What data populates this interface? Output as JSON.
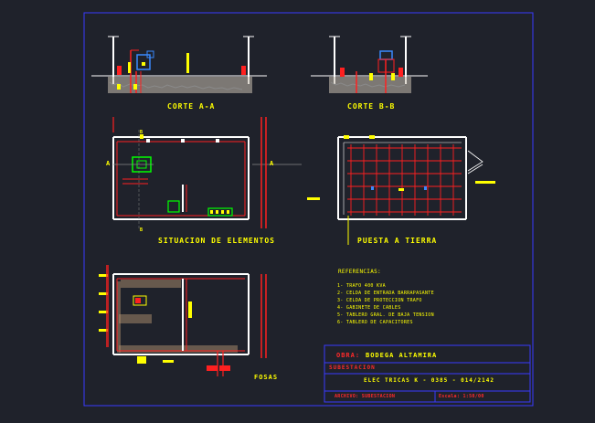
{
  "sections": {
    "corte_a": "CORTE A-A",
    "corte_b": "CORTE B-B",
    "situacion": "SITUACION DE ELEMENTOS",
    "puesta": "PUESTA A TIERRA",
    "fosas": "FOSAS"
  },
  "markers": {
    "a_left": "A",
    "a_right": "A",
    "b_top": "B",
    "b_bottom": "B"
  },
  "references": {
    "title": "REFERENCIAS:",
    "items": [
      "1- TRAFO 400 KVA",
      "2- CELDA DE ENTRADA BARRAPASANTE",
      "3- CELDA DE PROTECCION TRAFO",
      "4- GABINETE DE CABLES",
      "5- TABLERO GRAL. DE BAJA TENSION",
      "6- TABLERO DE CAPACITORES"
    ]
  },
  "title_block": {
    "obra_label": "OBRA:",
    "obra_value": "BODEGA ALTAMIRA",
    "row2": "SUBESTACION",
    "row3": "ELEC TRICAS K - 0385 - 014/2142",
    "footer_left": "ARCHIVO: SUBESTACION",
    "footer_right": "Escala: 1:50/00"
  },
  "colors": {
    "background": "#1f222b",
    "frame": "#3a3aff",
    "walls": "#ffffff",
    "conduits": "#ff2020",
    "labels": "#ffff00",
    "equipment": "#00ff00",
    "ground_fill": "#c8c0b0"
  }
}
